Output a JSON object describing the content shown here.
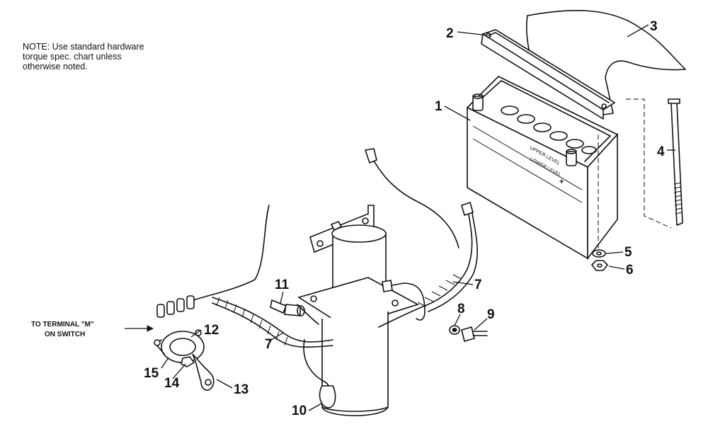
{
  "note": {
    "lines": [
      "NOTE: Use standard hardware",
      "torque spec. chart unless",
      "otherwise noted."
    ]
  },
  "terminal_label": {
    "lines": [
      "TO TERMINAL \"M\"",
      "ON SWITCH"
    ]
  },
  "battery_text": {
    "upper": "UPPER LEVEL",
    "lower": "LOWER LEVEL"
  },
  "callouts": {
    "c1": "1",
    "c2": "2",
    "c3": "3",
    "c4": "4",
    "c5": "5",
    "c6": "6",
    "c7a": "7",
    "c7b": "7",
    "c8": "8",
    "c9": "9",
    "c10": "10",
    "c11": "11",
    "c12": "12",
    "c13": "13",
    "c14": "14",
    "c15": "15"
  }
}
